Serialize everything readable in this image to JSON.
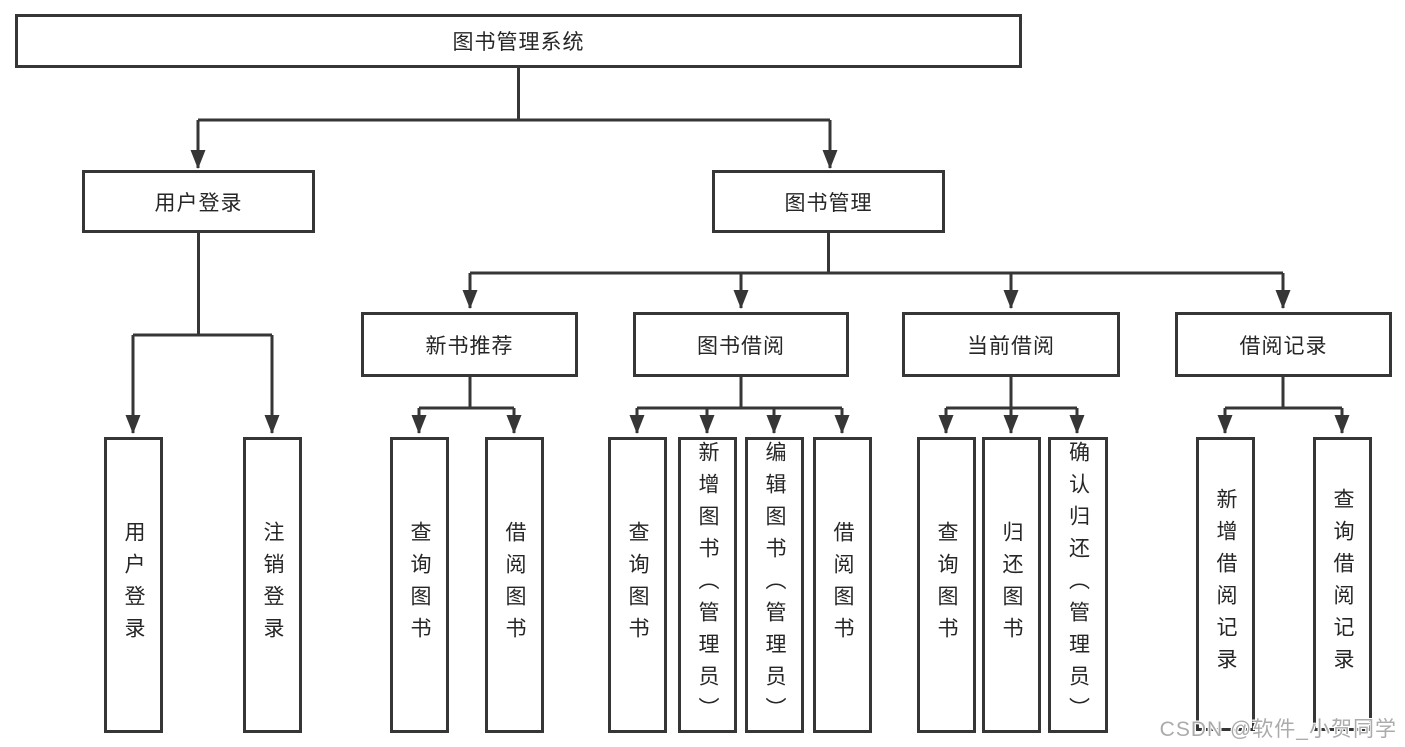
{
  "tree": {
    "label": "图书管理系统",
    "children": [
      {
        "label": "用户登录",
        "children": [
          {
            "label": "用户登录"
          },
          {
            "label": "注销登录"
          }
        ]
      },
      {
        "label": "图书管理",
        "children": [
          {
            "label": "新书推荐",
            "children": [
              {
                "label": "查询图书"
              },
              {
                "label": "借阅图书"
              }
            ]
          },
          {
            "label": "图书借阅",
            "children": [
              {
                "label": "查询图书"
              },
              {
                "label": "新增图书（管理员）"
              },
              {
                "label": "编辑图书（管理员）"
              },
              {
                "label": "借阅图书"
              }
            ]
          },
          {
            "label": "当前借阅",
            "children": [
              {
                "label": "查询图书"
              },
              {
                "label": "归还图书"
              },
              {
                "label": "确认归还（管理员）"
              }
            ]
          },
          {
            "label": "借阅记录",
            "children": [
              {
                "label": "新增借阅记录"
              },
              {
                "label": "查询借阅记录"
              }
            ]
          }
        ]
      }
    ]
  },
  "watermark": {
    "text": "CSDN @软件_小贺同学"
  },
  "colors": {
    "line": "#363636",
    "box_border": "#363636",
    "text": "#262626",
    "watermark": "#ababab"
  }
}
